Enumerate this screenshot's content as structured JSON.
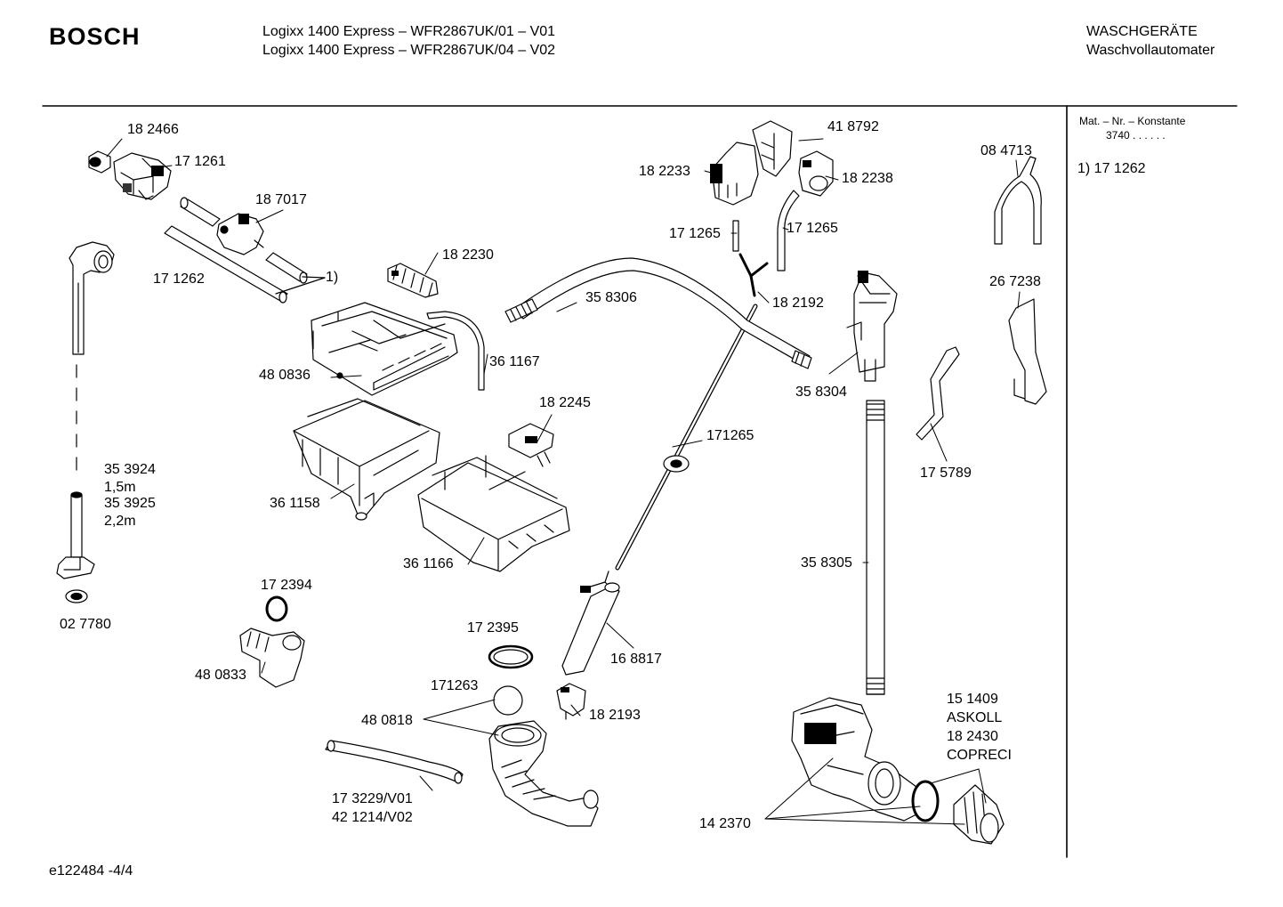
{
  "header": {
    "brand": "BOSCH",
    "model_line_1": "Logixx 1400 Express – WFR2867UK/01 – V01",
    "model_line_2": "Logixx 1400 Express – WFR2867UK/04 – V02",
    "category_line_1": "WASCHGERÄTE",
    "category_line_2": "Waschvollautomater"
  },
  "sidebar": {
    "heading": "Mat. – Nr. – Konstante",
    "constant": "3740  .  .    .  .  .  .",
    "note": "1) 17 1262"
  },
  "footer": {
    "doc_id": "e122484 -4/4"
  },
  "parts": [
    {
      "id": "p01",
      "text": "18 2466"
    },
    {
      "id": "p02",
      "text": "17 1261"
    },
    {
      "id": "p03",
      "text": "18 7017"
    },
    {
      "id": "p04",
      "text": "17 1262"
    },
    {
      "id": "p05",
      "text": "1)"
    },
    {
      "id": "p06",
      "text": "18 2230"
    },
    {
      "id": "p07",
      "text": "48 0836"
    },
    {
      "id": "p08",
      "text": "36 1167"
    },
    {
      "id": "p09",
      "text": "18 2245"
    },
    {
      "id": "p10",
      "text": "36 1158"
    },
    {
      "id": "p11",
      "text": "36 1166"
    },
    {
      "id": "p12",
      "text": "35 3924"
    },
    {
      "id": "p13",
      "text": "1,5m"
    },
    {
      "id": "p14",
      "text": "35 3925"
    },
    {
      "id": "p15",
      "text": "2,2m"
    },
    {
      "id": "p16",
      "text": "02 7780"
    },
    {
      "id": "p17",
      "text": "17 2394"
    },
    {
      "id": "p18",
      "text": "48 0833"
    },
    {
      "id": "p19",
      "text": "17 2395"
    },
    {
      "id": "p20",
      "text": "171263"
    },
    {
      "id": "p21",
      "text": "48 0818"
    },
    {
      "id": "p22",
      "text": "18 2193"
    },
    {
      "id": "p23",
      "text": "17 3229/V01"
    },
    {
      "id": "p24",
      "text": "42 1214/V02"
    },
    {
      "id": "p25",
      "text": "16 8817"
    },
    {
      "id": "p26",
      "text": "171265"
    },
    {
      "id": "p27",
      "text": "35 8306"
    },
    {
      "id": "p28",
      "text": "41 8792"
    },
    {
      "id": "p29",
      "text": "18 2233"
    },
    {
      "id": "p30",
      "text": "18 2238"
    },
    {
      "id": "p31",
      "text": "17 1265"
    },
    {
      "id": "p32",
      "text": "17 1265"
    },
    {
      "id": "p33",
      "text": "18 2192"
    },
    {
      "id": "p34",
      "text": "35 8304"
    },
    {
      "id": "p35",
      "text": "35 8305"
    },
    {
      "id": "p36",
      "text": "08 4713"
    },
    {
      "id": "p37",
      "text": "26 7238"
    },
    {
      "id": "p38",
      "text": "17 5789"
    },
    {
      "id": "p39",
      "text": "15 1409"
    },
    {
      "id": "p40",
      "text": "ASKOLL"
    },
    {
      "id": "p41",
      "text": "18 2430"
    },
    {
      "id": "p42",
      "text": "COPRECI"
    },
    {
      "id": "p43",
      "text": "14 2370"
    }
  ]
}
